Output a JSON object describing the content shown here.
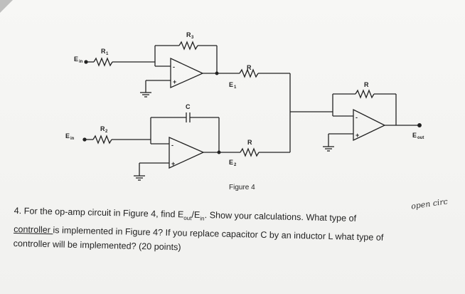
{
  "figure": {
    "caption": "Figure 4",
    "labels": {
      "ein": "E",
      "ein_sub": "in",
      "r1": "R",
      "r1_sub": "1",
      "r2": "R",
      "r2_sub": "2",
      "r3": "R",
      "r3_sub": "3",
      "c": "C",
      "r_a": "R",
      "r_b": "R",
      "r_c": "R",
      "e1": "E",
      "e1_sub": "1",
      "e2": "E",
      "e2_sub": "2",
      "eout": "E",
      "eout_sub": "out",
      "minus": "-",
      "plus": "+"
    }
  },
  "question": {
    "line1_a": "4. For the op-amp circuit in Figure 4, find E",
    "line1_sub1": "out",
    "line1_mid": "/E",
    "line1_sub2": "in",
    "line1_b": ". Show your calculations. What type of",
    "line2_ul": "controller ",
    "line2_rest": "is implemented in Figure 4? If you replace capacitor C by an inductor L what type of",
    "line3": "controller will be implemented? (20 points)"
  },
  "handwritten_note": "open circ"
}
